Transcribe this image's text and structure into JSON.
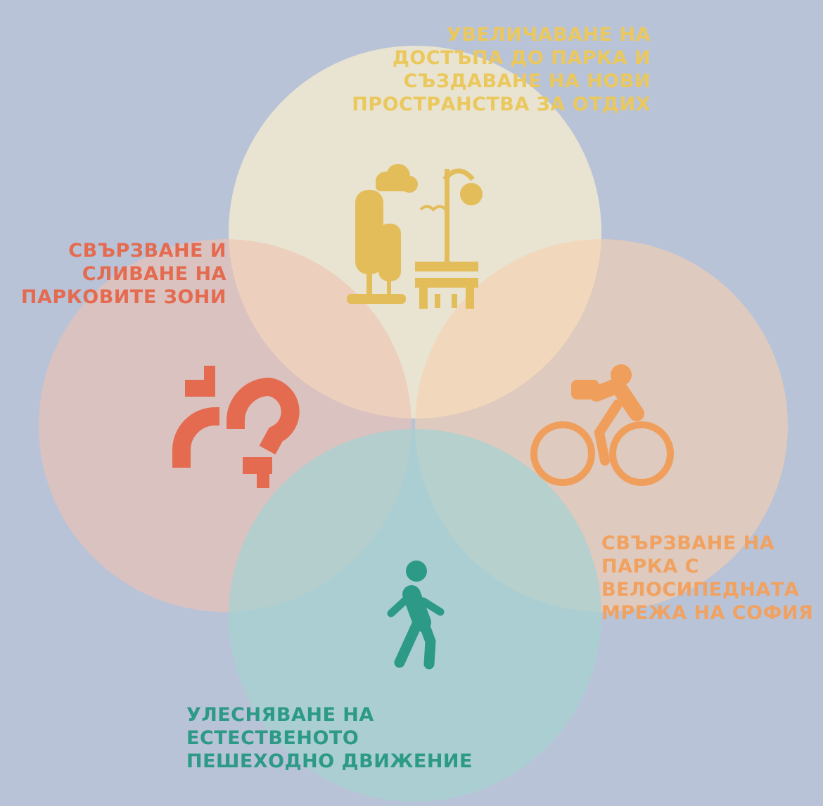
{
  "colors": {
    "background": "#b8c3d8",
    "top_circle": "#f0ead0",
    "left_circle": "#ebc8be",
    "right_circle": "#f0d9c4",
    "bottom_circle": "#b2d5d5",
    "top_accent": "#ebc85e",
    "left_accent": "#e46b50",
    "right_accent": "#f1a160",
    "bottom_accent": "#2c9a86"
  },
  "circles": {
    "top": {
      "label_lines": [
        "УВЕЛИЧАВАНЕ НА",
        "ДОСТЪПА ДО ПАРКА И",
        "СЪЗДАВАНЕ НА НОВИ",
        "ПРОСТРАНСТВА ЗА ОТДИХ"
      ],
      "icon": "park-bench-lamp-icon"
    },
    "left": {
      "label_lines": [
        "СВЪРЗВАНЕ И",
        "СЛИВАНЕ НА",
        "ПАРКОВИТЕ ЗОНИ"
      ],
      "icon": "connection-link-icon"
    },
    "right": {
      "label_lines": [
        "СВЪРЗВАНЕ НА",
        "ПАРКА С",
        "ВЕЛОСИПЕДНАТА",
        "МРЕЖА НА СОФИЯ"
      ],
      "icon": "cyclist-icon"
    },
    "bottom": {
      "label_lines": [
        "УЛЕСНЯВАНЕ НА",
        "ЕСТЕСТВЕНОТО",
        "ПЕШЕХОДНО ДВИЖЕНИЕ"
      ],
      "icon": "pedestrian-icon"
    }
  }
}
